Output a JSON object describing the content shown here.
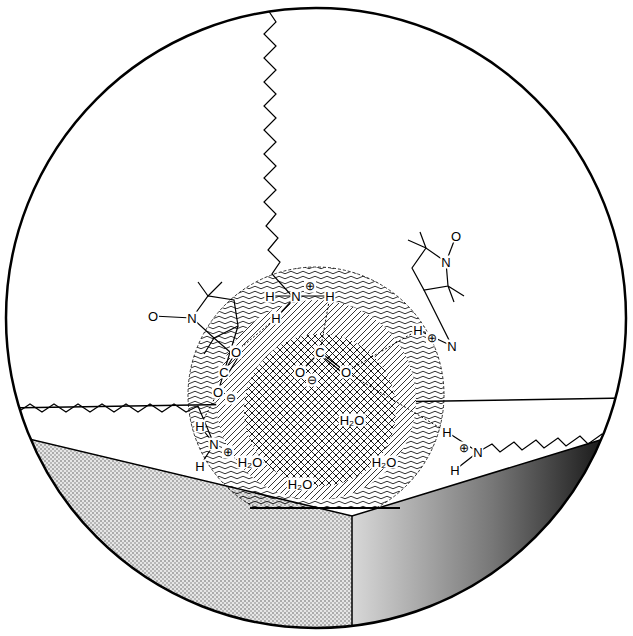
{
  "diagram": {
    "labels": [
      "O",
      "N",
      "H",
      "N",
      "⊕",
      "H",
      "H",
      "N",
      "O",
      "C",
      "O",
      "O",
      "⊖",
      "C",
      "O",
      "⊖",
      "O",
      "H",
      "N",
      "⊕",
      "H",
      "H₂O",
      "H₂O",
      "H₂O",
      "H₂O",
      "H",
      "N",
      "⊕",
      "H",
      "H",
      "⊕",
      "N"
    ]
  }
}
